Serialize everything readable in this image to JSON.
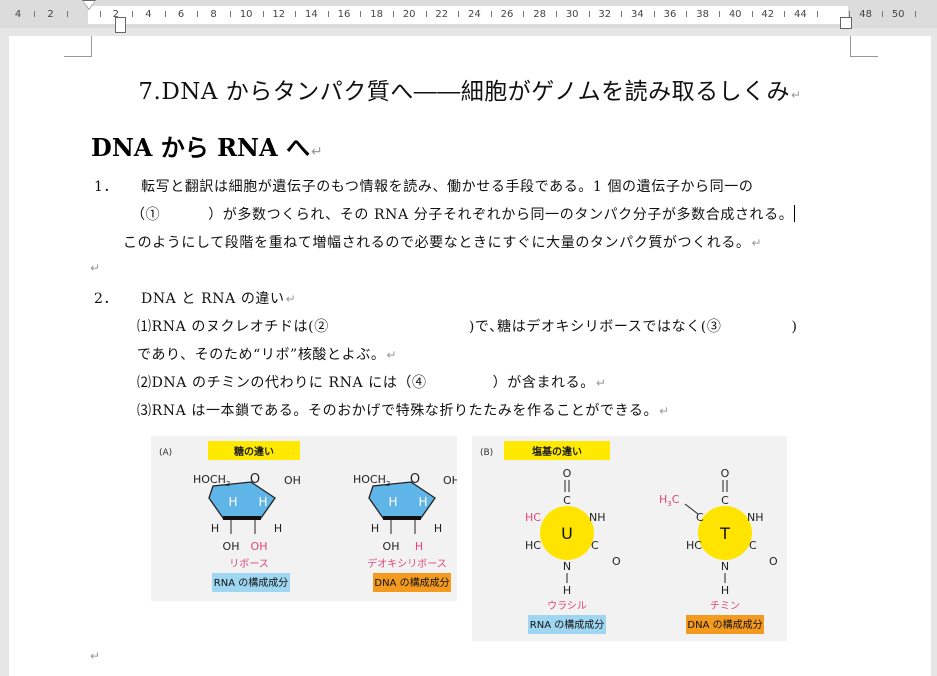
{
  "ruler": {
    "numbers": [
      "4",
      "2",
      "",
      "2",
      "4",
      "6",
      "8",
      "10",
      "12",
      "14",
      "16",
      "18",
      "20",
      "22",
      "24",
      "26",
      "28",
      "30",
      "32",
      "34",
      "36",
      "38",
      "40",
      "42",
      "44",
      "",
      "48",
      "50"
    ]
  },
  "document": {
    "title": "7.DNA からタンパク質へ――細胞がゲノムを読み取るしくみ",
    "section_heading": "DNA から RNA へ",
    "paragraph1": {
      "number": "1．",
      "line1": "転写と翻訳は細胞が遺伝子のもつ情報を読み、働かせる手段である。1 個の遺伝子から同一の",
      "line2_open": "（①",
      "line2_close": "）が多数つくられ、その RNA 分子それぞれから同一のタンパク分子が多数合成される。",
      "line3": "このようにして段階を重ねて増幅されるので必要なときにすぐに大量のタンパク質がつくれる。"
    },
    "paragraph2": {
      "number": "2．",
      "heading": "DNA と RNA の違い",
      "item1_a": "⑴RNA のヌクレオチドは(②",
      "item1_b": ")で､糖はデオキシリボースではなく(③",
      "item1_c": ")",
      "item1_line2": "であり、そのため“リボ”核酸とよぶ。",
      "item2_a": "⑵DNA のチミンの代わりに RNA には（④",
      "item2_b": "）が含まれる。",
      "item3": "⑶RNA は一本鎖である。そのおかげで特殊な折りたたみを作ることができる。"
    }
  },
  "figure": {
    "panelA": {
      "letter": "(A)",
      "banner": "糖の違い",
      "ribose": {
        "top_left": "HOCH",
        "sub": "2",
        "ring_o": "O",
        "top_right": "OH",
        "h": "H",
        "bottom_left": "OH",
        "bottom_right": "OH",
        "name": "リボース",
        "label": "RNA の構成成分"
      },
      "deoxy": {
        "top_left": "HOCH",
        "sub": "2",
        "ring_o": "O",
        "top_right": "OH",
        "h": "H",
        "bottom_left": "OH",
        "bottom_right": "H",
        "name": "デオキシリボース",
        "label": "DNA の構成成分"
      }
    },
    "panelB": {
      "letter": "(B)",
      "banner": "塩基の違い",
      "uracil": {
        "letter": "U",
        "o": "O",
        "c": "C",
        "hc": "HC",
        "nh": "NH",
        "n": "N",
        "h": "H",
        "name": "ウラシル",
        "label": "RNA の構成成分"
      },
      "thymine": {
        "letter": "T",
        "o": "O",
        "c": "C",
        "h3c": "H",
        "h3c_sub": "3",
        "h3c_c": "C",
        "hc": "HC",
        "nh": "NH",
        "n": "N",
        "h": "H",
        "name": "チミン",
        "label": "DNA の構成成分"
      }
    },
    "colors": {
      "banner": "#ffe900",
      "sugar_fill": "#5fb4e8",
      "base_fill": "#ffe400",
      "pink": "#e0457b",
      "rna_label": "#9fd6f2",
      "dna_label": "#f39a1f"
    }
  }
}
